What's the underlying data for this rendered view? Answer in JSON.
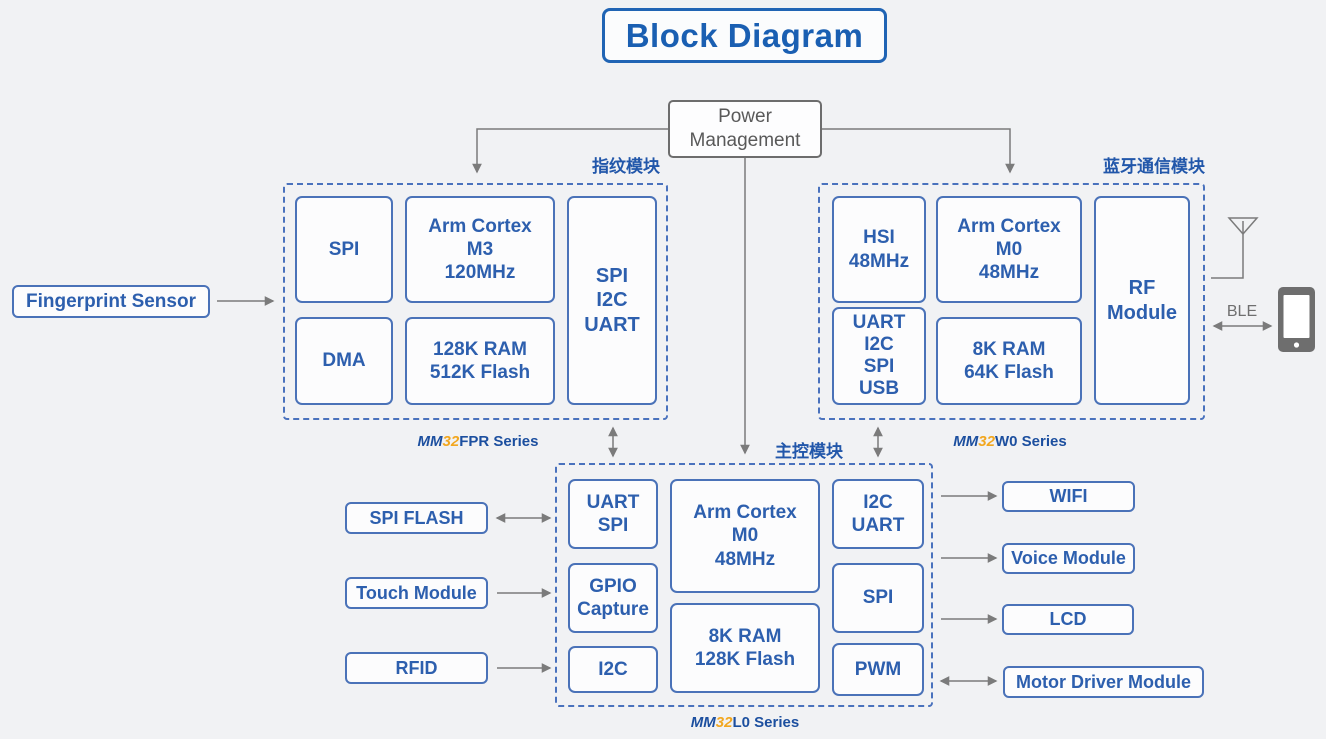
{
  "title": "Block Diagram",
  "power_management": {
    "label": "Power\nManagement"
  },
  "fingerprint_module": {
    "tag": "指纹模块",
    "series": {
      "prefix": "MM",
      "num": "32",
      "rest": "FPR Series"
    },
    "blocks": {
      "spi": "SPI",
      "cpu": "Arm Cortex\nM3\n120MHz",
      "dma": "DMA",
      "memory": "128K RAM\n512K Flash",
      "interfaces": "SPI\nI2C\nUART"
    }
  },
  "bluetooth_module": {
    "tag": "蓝牙通信模块",
    "series": {
      "prefix": "MM",
      "num": "32",
      "rest": "W0 Series"
    },
    "blocks": {
      "hsi": "HSI\n48MHz",
      "cpu": "Arm Cortex\nM0\n48MHz",
      "interfaces": "UART\nI2C\nSPI\nUSB",
      "memory": "8K RAM\n64K Flash",
      "rf": "RF\nModule"
    }
  },
  "main_module": {
    "tag": "主控模块",
    "series": {
      "prefix": "MM",
      "num": "32",
      "rest": "L0 Series"
    },
    "blocks": {
      "uart_spi": "UART\nSPI",
      "gpio_capture": "GPIO\nCapture",
      "i2c": "I2C",
      "cpu": "Arm Cortex\nM0\n48MHz",
      "memory": "8K RAM\n128K Flash",
      "i2c_uart": "I2C\nUART",
      "spi": "SPI",
      "pwm": "PWM"
    }
  },
  "peripherals": {
    "fingerprint_sensor": "Fingerprint Sensor",
    "spi_flash": "SPI FLASH",
    "touch_module": "Touch Module",
    "rfid": "RFID",
    "wifi": "WIFI",
    "voice_module": "Voice Module",
    "lcd": "LCD",
    "motor_driver": "Motor Driver Module"
  },
  "wireless": {
    "ble_label": "BLE",
    "antenna_icon": "antenna-icon",
    "phone_icon": "smartphone-icon"
  },
  "colors": {
    "box_border_blue": "#4a72b8",
    "text_blue": "#2d5fae",
    "title_blue": "#1a5fb2",
    "dashed_blue": "#4a72bd",
    "series_orange": "#f2a71f",
    "wire_gray": "#7b7b7b",
    "background": "#f1f2f4"
  }
}
